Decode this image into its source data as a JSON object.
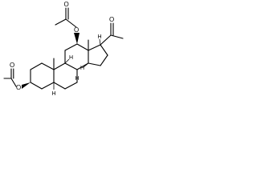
{
  "structure": {
    "atom_labels": {
      "o_acetyl_top_carbonyl": "O",
      "o_acetyl_top_ester": "O",
      "o_ketone": "O",
      "o_acetyl_left_carbonyl": "O",
      "o_acetyl_left_ester": "O"
    },
    "hydrogen_labels": {
      "h8": "H",
      "h9": "H",
      "h14": "H",
      "h17": "H",
      "h5": "H"
    }
  }
}
